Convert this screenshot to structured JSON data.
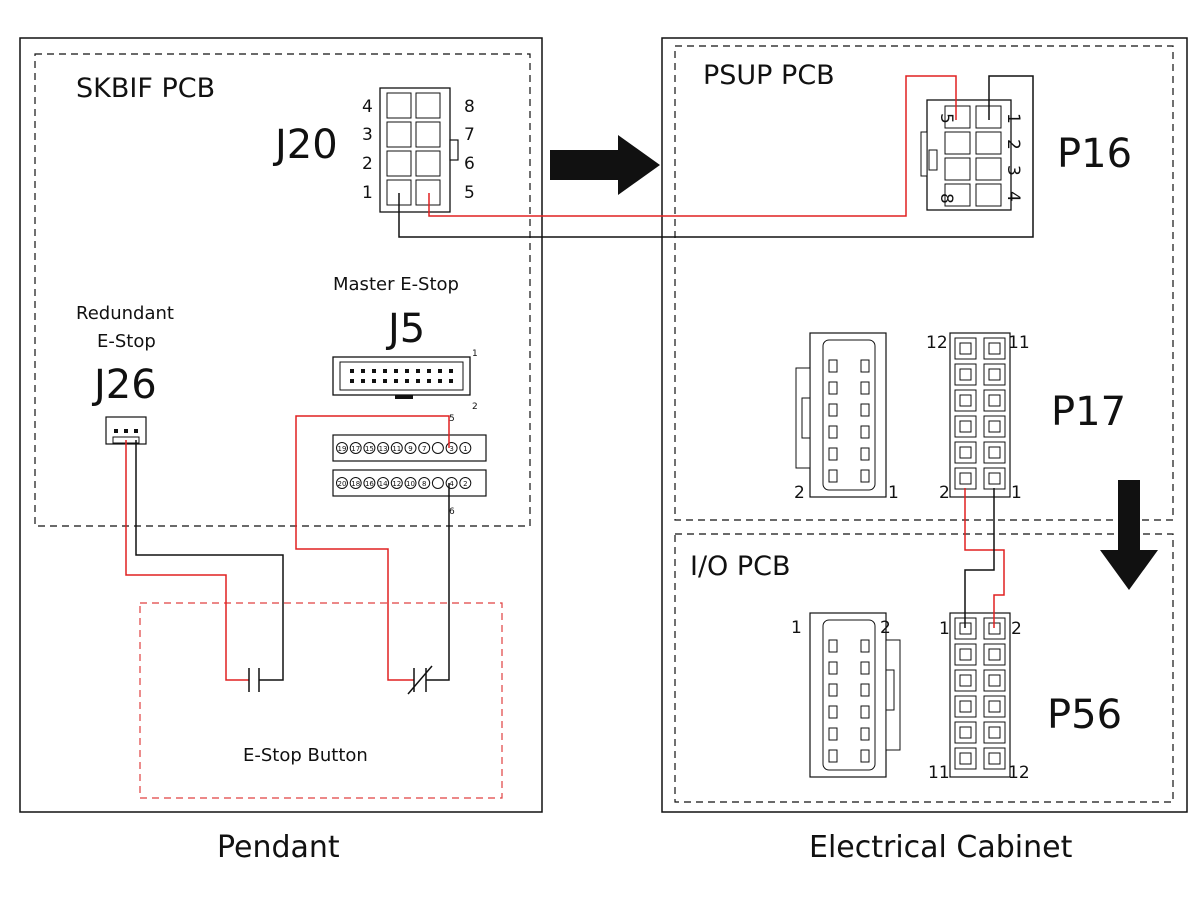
{
  "colors": {
    "line": "#111111",
    "wire_red": "#e02020",
    "button_outline": "#e04040"
  },
  "pendant": {
    "caption": "Pendant",
    "skbif_label": "SKBIF PCB",
    "j20": {
      "label": "J20",
      "pins_left": [
        "4",
        "3",
        "2",
        "1"
      ],
      "pins_right": [
        "8",
        "7",
        "6",
        "5"
      ]
    },
    "j5": {
      "title": "Master E-Stop",
      "label": "J5",
      "pin1": "1",
      "pin2": "2",
      "pin5": "5",
      "pin6": "6",
      "top_row": [
        "19",
        "17",
        "15",
        "13",
        "11",
        "9",
        "7",
        "",
        "3",
        "1"
      ],
      "bottom_row": [
        "20",
        "18",
        "16",
        "14",
        "12",
        "10",
        "8",
        "",
        "4",
        "2"
      ]
    },
    "j26": {
      "title_line1": "Redundant",
      "title_line2": "E-Stop",
      "label": "J26"
    },
    "estop_button_label": "E-Stop Button"
  },
  "cabinet": {
    "caption": "Electrical Cabinet",
    "psup_label": "PSUP PCB",
    "p16": {
      "label": "P16",
      "pins": [
        "5",
        "1",
        "2",
        "3",
        "4",
        "8"
      ]
    },
    "p17": {
      "label": "P17",
      "side_left": "2",
      "side_right": "1",
      "pin12": "12",
      "pin11": "11",
      "pin2": "2",
      "pin1": "1"
    },
    "io_label": "I/O PCB",
    "p56": {
      "label": "P56",
      "side_left": "1",
      "side_right": "2",
      "pin1": "1",
      "pin2": "2",
      "pin11": "11",
      "pin12": "12"
    }
  }
}
